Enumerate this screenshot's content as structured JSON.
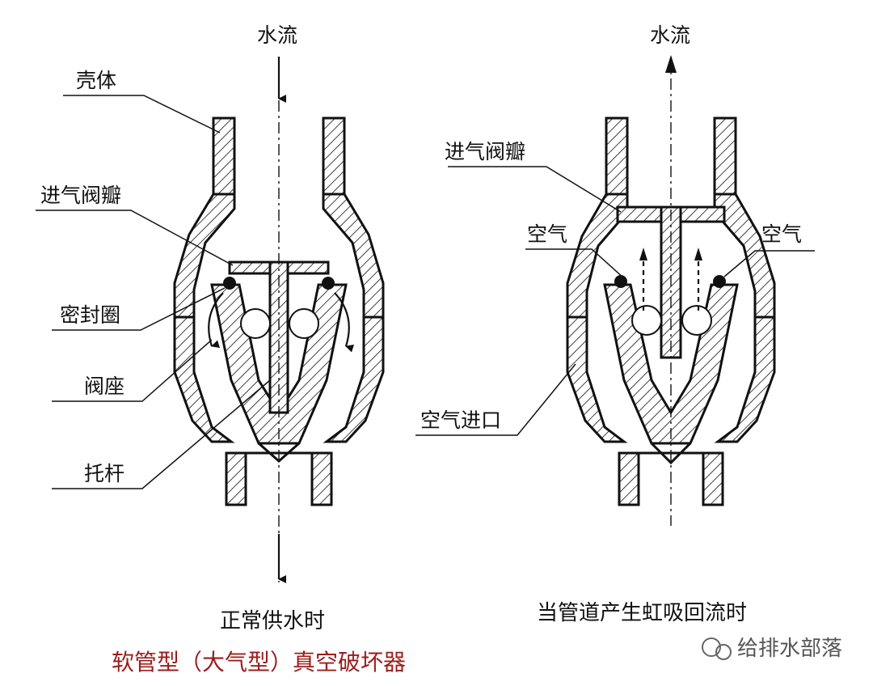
{
  "labels": {
    "water_flow": "水流",
    "shell": "壳体",
    "inlet_valve": "进气阀瓣",
    "seal": "密封圈",
    "seat": "阀座",
    "rod": "托杆",
    "air": "空气",
    "air_inlet": "空气进口"
  },
  "captions": {
    "normal": "正常供水时",
    "siphon": "当管道产生虹吸回流时"
  },
  "title": "软管型（大气型）真空破坏器",
  "watermark": "给排水部落",
  "colors": {
    "title": "#9b1c1c",
    "line": "#111111"
  },
  "icons": [
    "wechat-icon"
  ]
}
